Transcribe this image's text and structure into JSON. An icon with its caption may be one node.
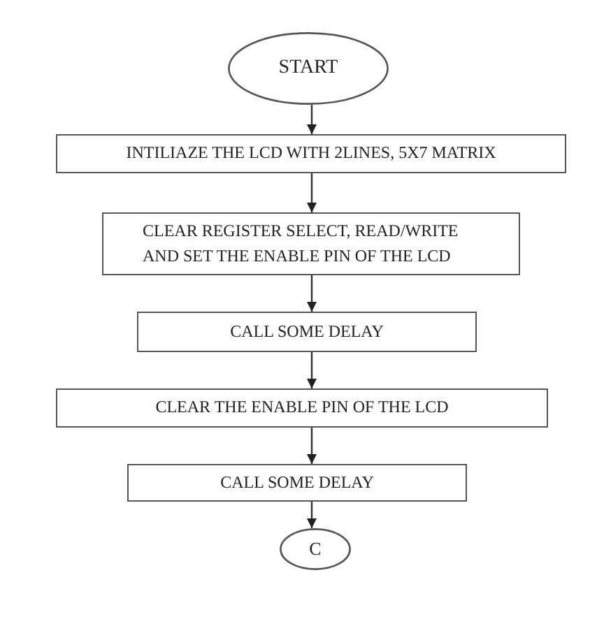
{
  "diagram": {
    "nodes": [
      {
        "text": [
          "START"
        ]
      },
      {
        "text": [
          "INTILIAZE THE LCD WITH 2LINES, 5X7 MATRIX"
        ]
      },
      {
        "text": [
          "CLEAR REGISTER SELECT, READ/WRITE AND SET THE ENABLE PIN OF THE LCD"
        ]
      },
      {
        "text": [
          "CALL SOME DELAY"
        ]
      },
      {
        "text": [
          "CLEAR THE ENABLE PIN OF THE LCD"
        ]
      },
      {
        "text": [
          "CALL SOME DELAY"
        ]
      },
      {
        "text": [
          "C"
        ]
      }
    ],
    "edges": [
      {
        "from": 0,
        "to": 1,
        "arrow": "to"
      },
      {
        "from": 1,
        "to": 2,
        "arrow": "to"
      },
      {
        "from": 2,
        "to": 3,
        "arrow": "to"
      },
      {
        "from": 3,
        "to": 4,
        "arrow": "to"
      },
      {
        "from": 4,
        "to": 5,
        "arrow": "to"
      },
      {
        "from": 5,
        "to": 6,
        "arrow": "to"
      }
    ]
  }
}
